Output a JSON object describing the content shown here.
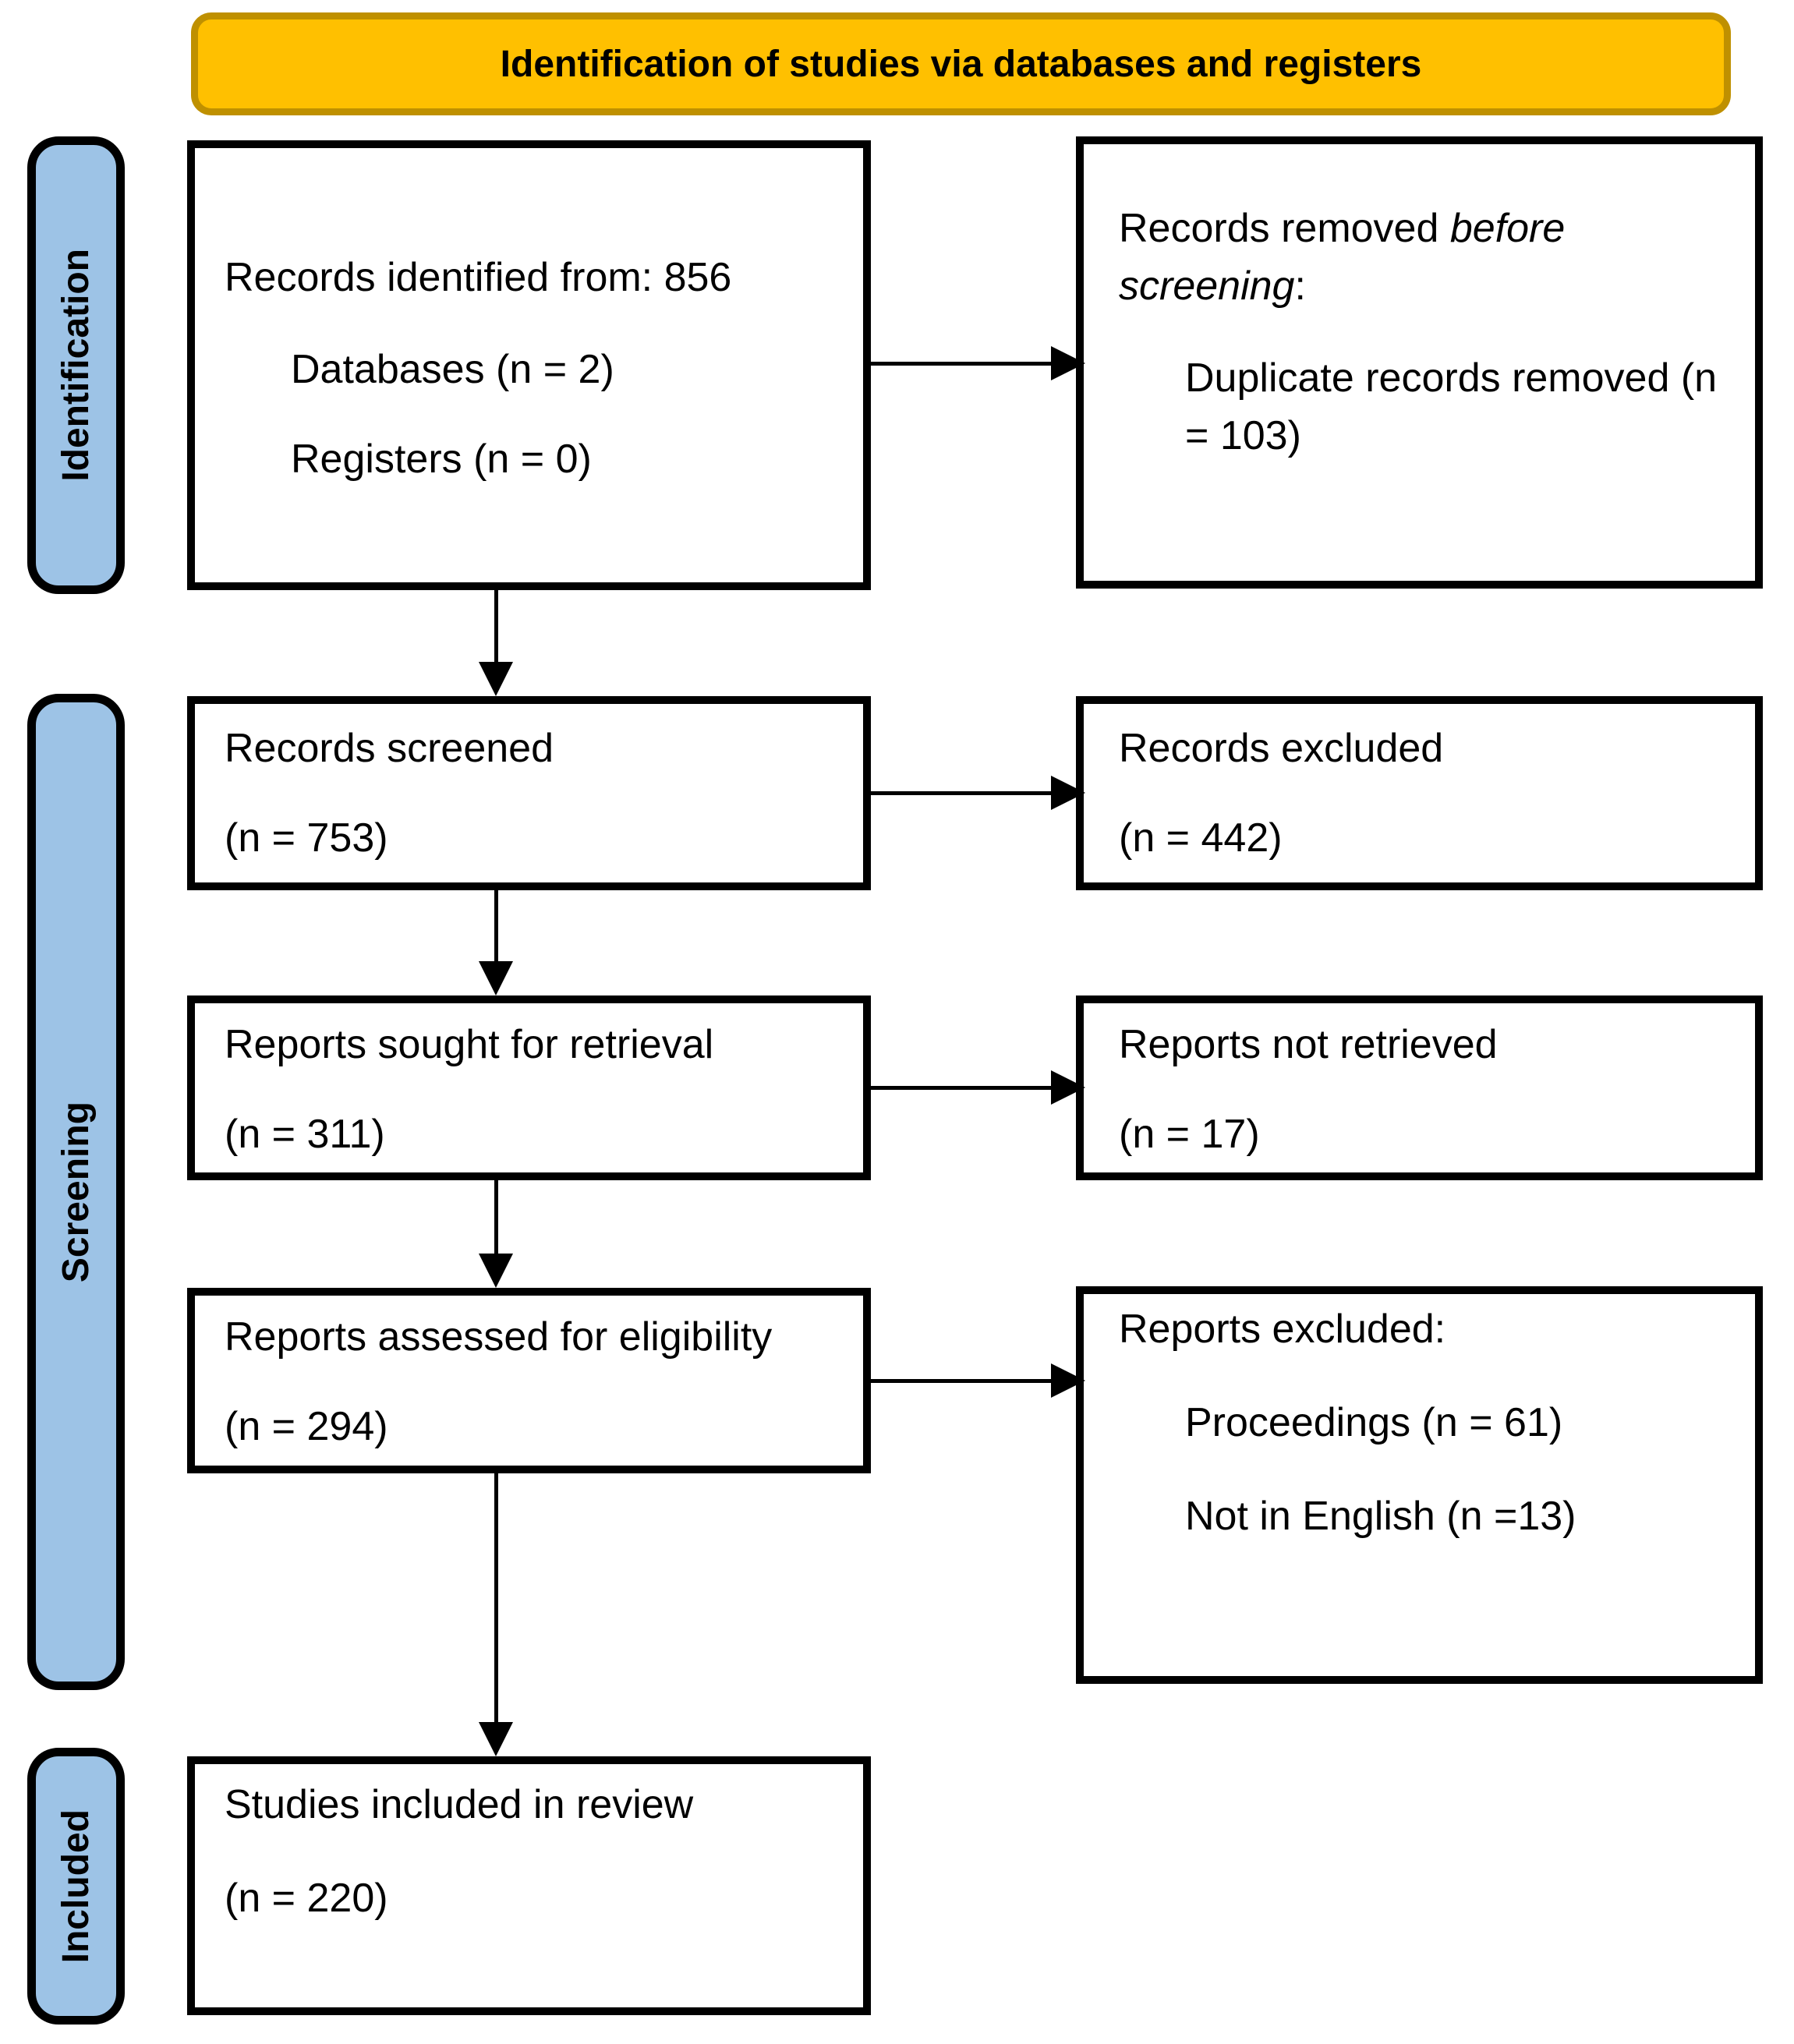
{
  "banner": {
    "title": "Identification of studies via databases and registers"
  },
  "stages": [
    {
      "label": "Identification"
    },
    {
      "label": "Screening"
    },
    {
      "label": "Included"
    }
  ],
  "boxes": {
    "records_identified": {
      "line1": "Records identified from: 856",
      "line2": "Databases (n = 2)",
      "line3": "Registers (n = 0)"
    },
    "records_removed": {
      "line1_normal": "Records removed ",
      "line1_italic": "before screening",
      "line1_colon": ":",
      "line2": "Duplicate records removed (n = 103)"
    },
    "records_screened": {
      "line1": "Records screened",
      "line2": "(n = 753)"
    },
    "records_excluded": {
      "line1": "Records excluded",
      "line2": "(n = 442)"
    },
    "reports_sought": {
      "line1": "Reports sought for retrieval",
      "line2": "(n = 311)"
    },
    "reports_not_retrieved": {
      "line1": "Reports not retrieved",
      "line2": "(n = 17)"
    },
    "reports_assessed": {
      "line1": "Reports assessed for eligibility",
      "line2": "(n = 294)"
    },
    "reports_excluded": {
      "line1": "Reports excluded:",
      "line2": "Proceedings (n = 61)",
      "line3": "Not in English (n =13)"
    },
    "studies_included": {
      "line1": "Studies included in review",
      "line2": "(n = 220)"
    }
  },
  "colors": {
    "banner_fill": "#FFC000",
    "banner_border": "#BF9000",
    "stage_fill": "#9DC3E6",
    "box_border": "#000000",
    "arrow": "#000000"
  }
}
